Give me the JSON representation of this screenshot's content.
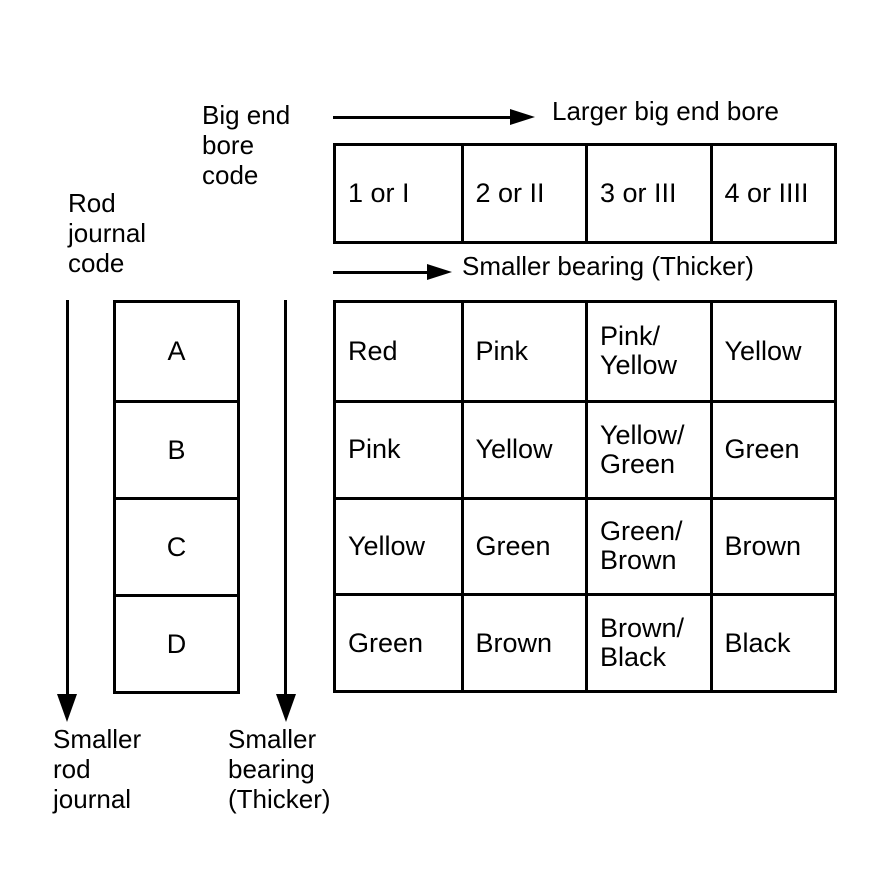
{
  "colors": {
    "ink": "#000000",
    "paper": "#ffffff"
  },
  "labels": {
    "big_end_bore_code": "Big end\nbore\ncode",
    "larger_big_end_bore": "Larger big end bore",
    "smaller_bearing_top": "Smaller bearing (Thicker)",
    "rod_journal_code": "Rod\njournal\ncode",
    "smaller_rod_journal": "Smaller\nrod\njournal",
    "smaller_bearing_bottom": "Smaller\nbearing\n(Thicker)"
  },
  "bore_codes": [
    "1 or I",
    "2 or II",
    "3 or III",
    "4 or IIII"
  ],
  "journal_codes": [
    "A",
    "B",
    "C",
    "D"
  ],
  "matrix": [
    [
      "Red",
      "Pink",
      "Pink/\nYellow",
      "Yellow"
    ],
    [
      "Pink",
      "Yellow",
      "Yellow/\nGreen",
      "Green"
    ],
    [
      "Yellow",
      "Green",
      "Green/\nBrown",
      "Brown"
    ],
    [
      "Green",
      "Brown",
      "Brown/\nBlack",
      "Black"
    ]
  ]
}
